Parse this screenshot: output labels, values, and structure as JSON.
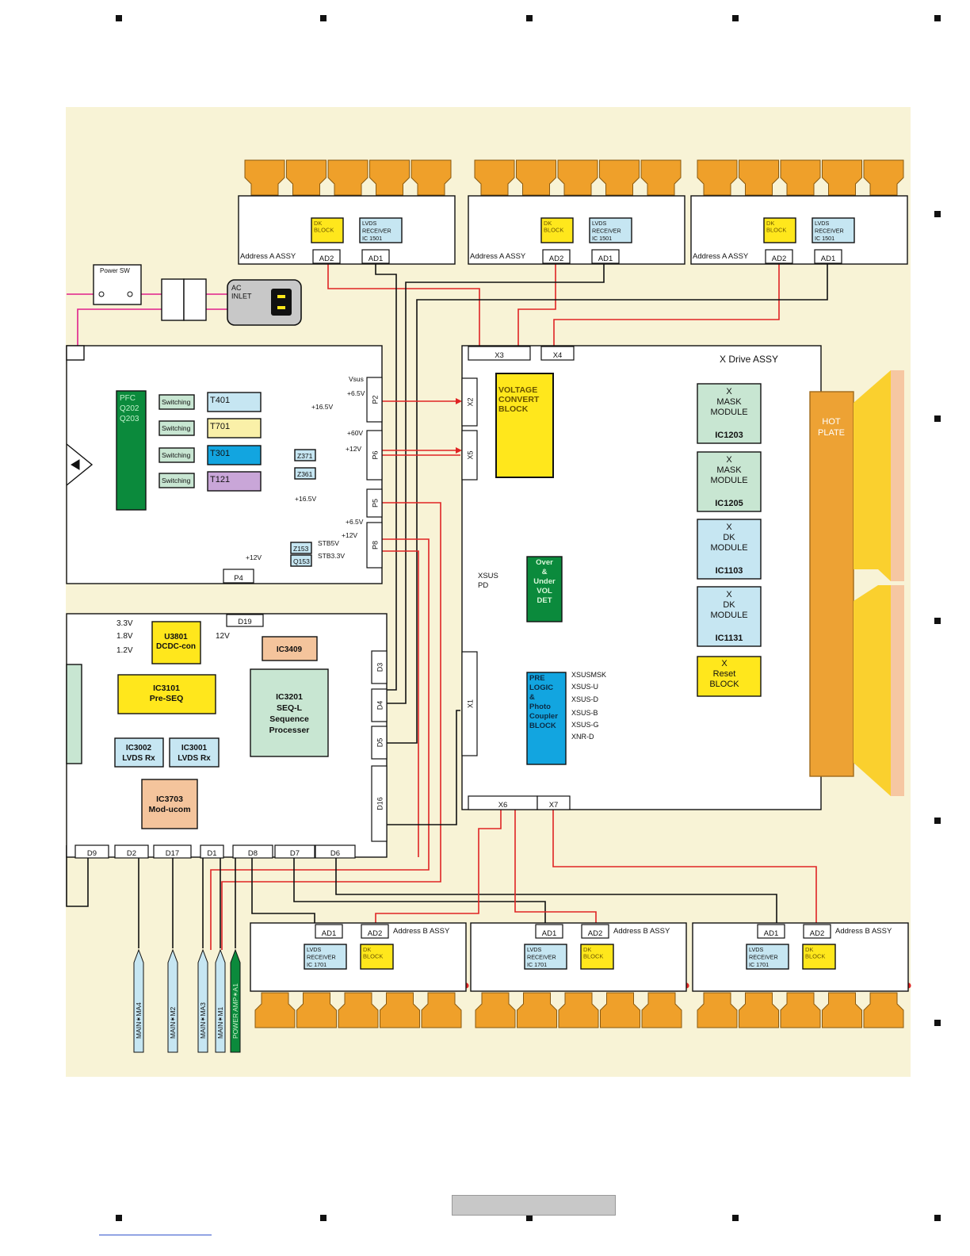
{
  "colors": {
    "background": "#f8f3d6",
    "connector": "#efa02a",
    "red_line": "#e02424",
    "black_line": "#111111",
    "green_line": "#12a07a",
    "magenta_line": "#e0208c",
    "yellow_block": "#ffe71c",
    "cyan_block": "#c6e6f2",
    "mint_block": "#c8e6d2",
    "green_block": "#0b8a3c",
    "blue_block": "#12a5e0",
    "peach_block": "#f4c49c",
    "hot_plate": "#eda234",
    "glass": "#fad02e"
  },
  "address_a": {
    "assy_label": "Address  A  ASSY",
    "connector_ad1": "AD1",
    "connector_ad2": "AD2",
    "dk_block": "DK\nBLOCK",
    "lvds_receiver": "LVDS\nRECEIVER\nIC 1501"
  },
  "address_b": {
    "assy_label": "Address  B  ASSY",
    "connector_ad1": "AD1",
    "connector_ad2": "AD2",
    "dk_block": "DK\nBLOCK",
    "lvds_receiver": "LVDS\nRECEIVER\nIC 1701"
  },
  "power": {
    "switch_label": "Power  SW",
    "ac_inlet": "AC\nINLET",
    "pfc": "PFC\nQ202\nQ203",
    "switching": "Switching",
    "transformers": [
      "T401",
      "T701",
      "T301",
      "T121"
    ],
    "regulators": [
      "Z371",
      "Z361",
      "Z153",
      "Q153"
    ],
    "rails": [
      "Vsus",
      "+6.5V",
      "+16.5V",
      "+60V",
      "+12V",
      "+16.5V",
      "+6.5V",
      "+12V",
      "STB5V",
      "STB3.3V",
      "+12V"
    ],
    "connectors": [
      "P2",
      "P6",
      "P5",
      "P8",
      "P4"
    ]
  },
  "digital": {
    "u3801": "U3801\nDCDC-con",
    "ic3409": "IC3409",
    "ic3101": "IC3101\nPre-SEQ",
    "ic3201": "IC3201\nSEQ-L\nSequence\nProcesser",
    "ic3002": "IC3002\nLVDS Rx",
    "ic3001": "IC3001\nLVDS Rx",
    "ic3703": "IC3703\nMod-ucom",
    "voltages": [
      "3.3V",
      "1.8V",
      "1.2V",
      "12V"
    ],
    "connectors_top": [
      "D19"
    ],
    "connectors_right": [
      "D3",
      "D4",
      "D5",
      "D16"
    ],
    "connectors_bottom": [
      "D9",
      "D2",
      "D17",
      "D1",
      "D8",
      "D7",
      "D6"
    ]
  },
  "x_drive": {
    "title": "X  Drive  ASSY",
    "connectors": [
      "X3",
      "X4",
      "X2",
      "X5",
      "X1",
      "X6",
      "X7"
    ],
    "voltage_convert": "VOLTAGE\nCONVERT\nBLOCK",
    "over_under": "Over\n&\nUnder\nVOL\n\nDET",
    "xsus_pd": "XSUS\nPD",
    "pre_logic": "PRE\nLOGIC\n&\nPhoto\nCoupler\nBLOCK",
    "signals": [
      "XSUSMSK",
      "XSUS-U",
      "XSUS-D",
      "XSUS-B",
      "XSUS-G",
      "XNR-D"
    ],
    "modules": [
      {
        "label": "X\nMASK\nMODULE",
        "ic": "IC1203"
      },
      {
        "label": "X\nMASK\nMODULE",
        "ic": "IC1205"
      },
      {
        "label": "X\nDK\nMODULE",
        "ic": "IC1103"
      },
      {
        "label": "X\nDK\nMODULE",
        "ic": "IC1131"
      }
    ],
    "reset": "X\nReset\nBLOCK"
  },
  "hot_plate": "HOT\nPLATE",
  "cables": [
    "MAIN✶MA4",
    "MAIN✶M2",
    "MAIN✶MA3",
    "MAIN✶M1",
    "POWER AMP✶A1"
  ]
}
